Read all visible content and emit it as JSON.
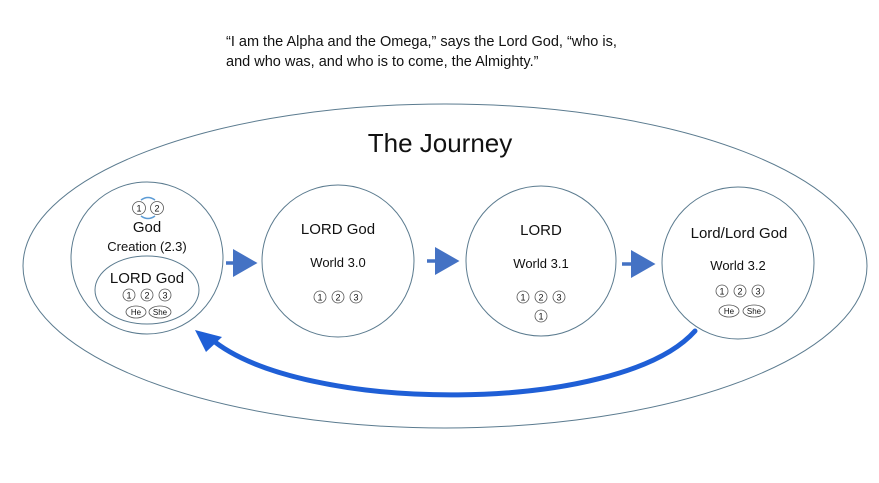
{
  "quote": {
    "line1": "“I am the Alpha and the Omega,” says the Lord God, “who is,",
    "line2": "and who was, and who is to come, the Almighty.”"
  },
  "title": "The Journey",
  "stages": [
    {
      "title": "God",
      "subtitle": "Creation (2.3)",
      "top_numbers": [
        "1",
        "2"
      ],
      "inner": {
        "title": "LORD God",
        "numbers": [
          "1",
          "2",
          "3"
        ],
        "tags": [
          "He",
          "She"
        ]
      }
    },
    {
      "title": "LORD God",
      "subtitle": "World 3.0",
      "numbers": [
        "1",
        "2",
        "3"
      ]
    },
    {
      "title": "LORD",
      "subtitle": "World 3.1",
      "numbers": [
        "1",
        "2",
        "3"
      ],
      "extra_number": "1"
    },
    {
      "title": "Lord/Lord God",
      "subtitle": "World 3.2",
      "numbers": [
        "1",
        "2",
        "3"
      ],
      "tags": [
        "He",
        "She"
      ]
    }
  ],
  "colors": {
    "arrow": "#4472c4",
    "return_arrow": "#1f5fd6",
    "outline": "#5b7b8f",
    "small_arrow": "#5b9bd5"
  }
}
